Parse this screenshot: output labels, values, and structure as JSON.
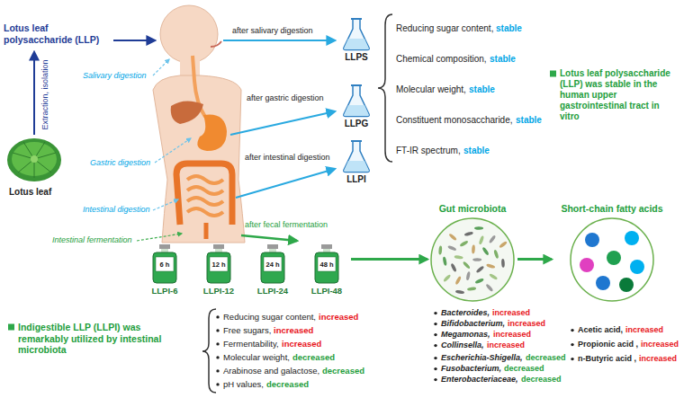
{
  "diagram": {
    "nodes": [
      {
        "text": [
          "LLPS"
        ]
      },
      {
        "text": [
          "LLPG"
        ]
      },
      {
        "text": [
          "LLPI"
        ]
      },
      {
        "text": [
          "6 h",
          "LLPI-6"
        ]
      },
      {
        "text": [
          "12 h",
          "LLPI-12"
        ]
      },
      {
        "text": [
          "24 h",
          "LLPI-24"
        ]
      },
      {
        "text": [
          "48 h",
          "LLPI-48"
        ]
      },
      {
        "text": [
          "Gut microbiota"
        ]
      },
      {
        "text": [
          "Short-chain fatty acids"
        ]
      }
    ],
    "edges": [
      {
        "from": 6,
        "to": 7,
        "arrow": "to"
      },
      {
        "from": 7,
        "to": 8,
        "arrow": "to"
      }
    ],
    "labels": [
      "Lotus leaf polysaccharide (LLP)",
      "Extraction, isolation",
      "Lotus leaf",
      "Salivary digestion",
      "Gastric digestion",
      "Intestinal digestion",
      "Intestinal fermentation",
      "after salivary digestion",
      "after gastric digestion",
      "after intestinal digestion",
      "after fecal fermentation",
      "Reducing sugar content,",
      "stable",
      "Chemical composition,",
      "stable",
      "Molecular weight,",
      "stable",
      "Constituent monosaccharide,",
      "stable",
      "FT-IR spectrum,",
      "stable",
      "Lotus leaf polysaccharide (LLP) was stable in the human upper gastrointestinal tract in vitro",
      "Indigestible LLP (LLPI) was remarkably utilized by intestinal microbiota",
      "Reducing sugar content,",
      "increased",
      "Free sugars,",
      "increased",
      "Fermentability,",
      "increased",
      "Molecular weight,",
      "decreased",
      "Arabinose and galactose,",
      "decreased",
      "pH values,",
      "decreased",
      "Bacteroides,",
      "increased",
      "Bifidobacterium,",
      "increased",
      "Megamonas,",
      "increased",
      "Collinsella,",
      "increased",
      "Escherichia-Shigella,",
      "decreased",
      "Fusobacterium,",
      "decreased",
      "Enterobacteriaceae,",
      "decreased",
      "Acetic acid,",
      "increased",
      "Propionic acid ,",
      "increased",
      "n-Butyric acid ,",
      "increased"
    ]
  }
}
